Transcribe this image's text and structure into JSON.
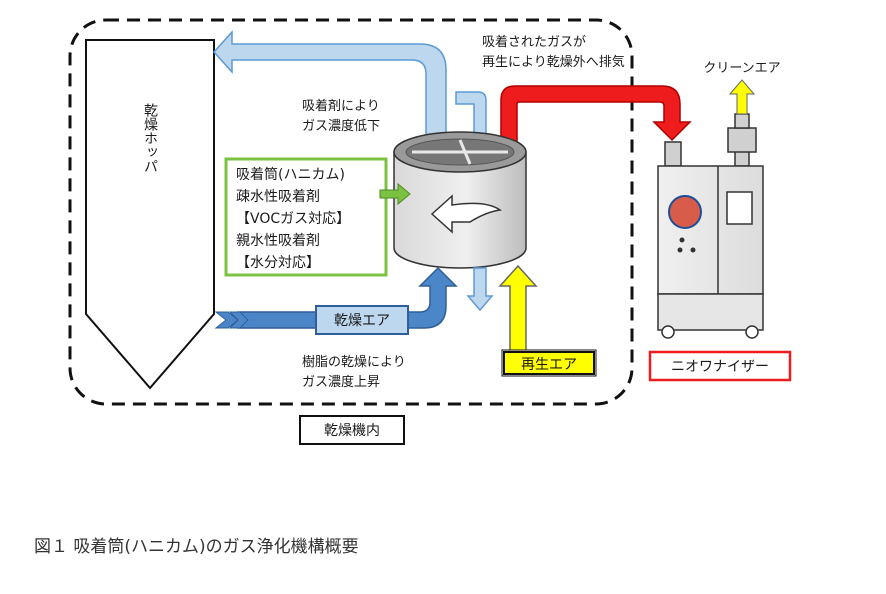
{
  "labels": {
    "hopper": "乾燥ホッパ",
    "exhaust_line1": "吸着されたガスが",
    "exhaust_line2": "再生により乾燥外へ排気",
    "clean_air": "クリーンエア",
    "low_conc_line1": "吸着剤により",
    "low_conc_line2": "ガス濃度低下",
    "rise_line1": "樹脂の乾燥により",
    "rise_line2": "ガス濃度上昇",
    "dry_air": "乾燥エア",
    "regen_air": "再生エア",
    "neutralizer": "ニオワナイザー",
    "dryer_inside": "乾燥機内"
  },
  "adsorber_box": {
    "line1": "吸着筒(ハニカム)",
    "line2": "疎水性吸着剤",
    "line3": "【VOCガス対応】",
    "line4": "親水性吸着剤",
    "line5": "【水分対応】"
  },
  "caption": "図１ 吸着筒(ハニカム)のガス浄化機構概要",
  "colors": {
    "green": "#7cc242",
    "red": "#ee1c1c",
    "yellow": "#ffff00",
    "blue": "#4a86c8",
    "light_blue": "#bdd7ee"
  }
}
